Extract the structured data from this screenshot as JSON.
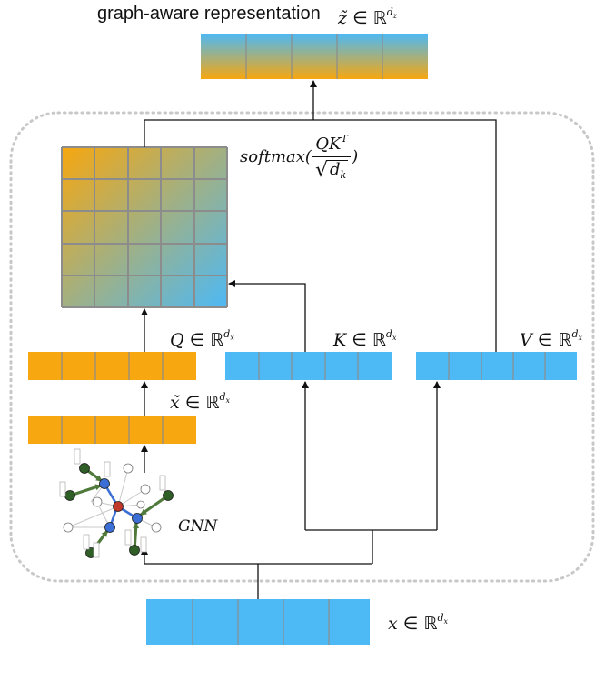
{
  "title": "graph-aware representation",
  "labels": {
    "z_var": "z̃",
    "q_var": "Q",
    "k_var": "K",
    "v_var": "V",
    "xt_var": "x̃",
    "x_var": "x",
    "in": "∈",
    "reals": "ℝ",
    "d": "d",
    "sub_z": "z",
    "sub_x": "x",
    "T": "T",
    "k": "k",
    "softmax_prefix": "softmax(",
    "softmax_suffix": ")",
    "qk": "QK",
    "sqrt_d": "d",
    "gnn": "GNN"
  },
  "colors": {
    "orange": "#f7a70f",
    "blue": "#4db9f5",
    "grid_line": "#8c8c8c",
    "arrow": "#111111",
    "dotted_border": "#c8c8c8",
    "node_green": "#2f5e26",
    "node_blue": "#3c6fd6",
    "node_red": "#c0392b",
    "edge_green": "#4f7a3c",
    "edge_blue": "#3c6fd6"
  }
}
